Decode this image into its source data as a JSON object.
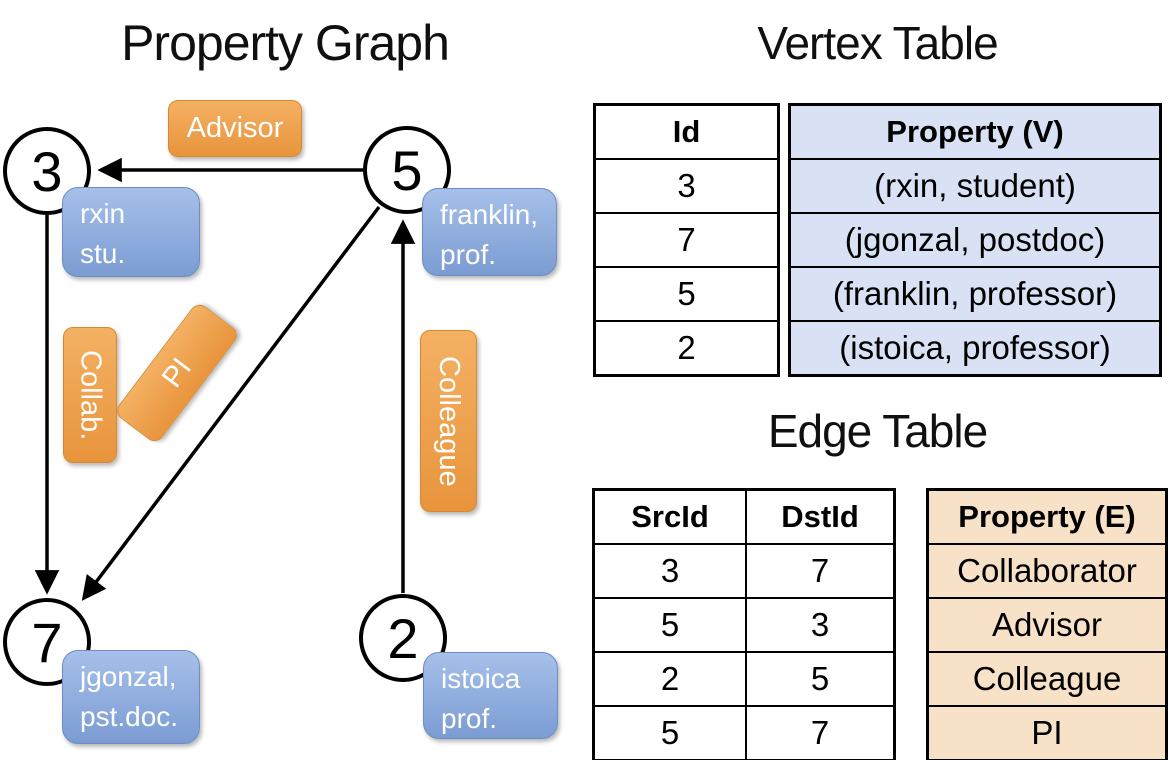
{
  "graph": {
    "title": "Property Graph",
    "nodes": {
      "n3": {
        "id": "3",
        "property": {
          "line1": "rxin",
          "line2": "stu."
        }
      },
      "n5": {
        "id": "5",
        "property": {
          "line1": "franklin,",
          "line2": "prof."
        }
      },
      "n7": {
        "id": "7",
        "property": {
          "line1": "jgonzal,",
          "line2": "pst.doc."
        }
      },
      "n2": {
        "id": "2",
        "property": {
          "line1": "istoica",
          "line2": "prof."
        }
      }
    },
    "edge_labels": {
      "advisor": "Advisor",
      "collab": "Collab.",
      "pi": "PI",
      "colleague": "Colleague"
    }
  },
  "vertex_table": {
    "title": "Vertex Table",
    "headers": {
      "id": "Id",
      "property": "Property (V)"
    },
    "rows": [
      {
        "id": "3",
        "property": "(rxin, student)"
      },
      {
        "id": "7",
        "property": "(jgonzal, postdoc)"
      },
      {
        "id": "5",
        "property": "(franklin, professor)"
      },
      {
        "id": "2",
        "property": "(istoica, professor)"
      }
    ]
  },
  "edge_table": {
    "title": "Edge Table",
    "headers": {
      "src": "SrcId",
      "dst": "DstId",
      "property": "Property (E)"
    },
    "rows": [
      {
        "src": "3",
        "dst": "7",
        "property": "Collaborator"
      },
      {
        "src": "5",
        "dst": "3",
        "property": "Advisor"
      },
      {
        "src": "2",
        "dst": "5",
        "property": "Colleague"
      },
      {
        "src": "5",
        "dst": "7",
        "property": "PI"
      }
    ]
  },
  "colors": {
    "edge_label_top": "#f4b163",
    "edge_label_bottom": "#e8943c",
    "vertex_box_top": "#a6c0e9",
    "vertex_box_bottom": "#7b9cd3",
    "vertex_table_fill": "#d8e2f4",
    "edge_table_fill": "#f7e1c7",
    "line_color": "#000000"
  }
}
